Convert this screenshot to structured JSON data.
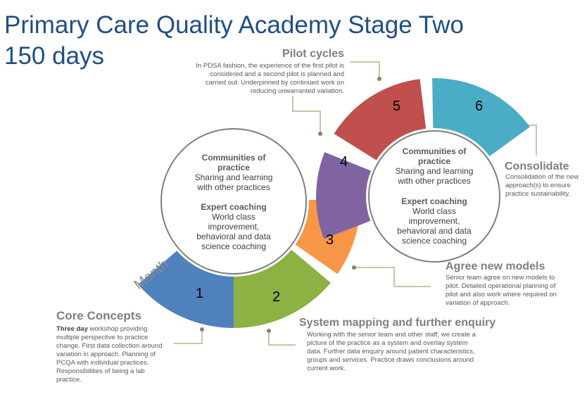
{
  "title": {
    "line1": "Primary Care Quality Academy Stage Two",
    "line2": "150 days"
  },
  "month_label": "Month",
  "segments": [
    {
      "number": "1",
      "color": "#4f81bd"
    },
    {
      "number": "2",
      "color": "#8db244"
    },
    {
      "number": "3",
      "color": "#f79646"
    },
    {
      "number": "4",
      "color": "#8064a2"
    },
    {
      "number": "5",
      "color": "#c0504d"
    },
    {
      "number": "6",
      "color": "#4bacc6"
    }
  ],
  "left_circle": {
    "heading1": [
      "Communities of",
      "practice"
    ],
    "body1": [
      "Sharing and learning",
      "with other practices"
    ],
    "heading2": [
      "Expert coaching"
    ],
    "body2": [
      "World class",
      "improvement,",
      "behavioral and data",
      "science coaching"
    ]
  },
  "right_circle": {
    "heading1": [
      "Communities of",
      "practice"
    ],
    "body1": [
      "Sharing and learning",
      "with other practices"
    ],
    "heading2": [
      "Expert coaching"
    ],
    "body2": [
      "World class",
      "improvement,",
      "behavioral and data",
      "science coaching"
    ]
  },
  "annotations": {
    "pilot": {
      "heading": "Pilot cycles",
      "lines": [
        "In PDSA fashion, the experience of the first pilot is",
        "considered and a second pilot is planned and",
        "carried out. Underpinned by continued work on",
        "reducing unwarranted variation."
      ]
    },
    "consolidate": {
      "heading": "Consolidate",
      "lines": [
        "Consolidation of the new",
        "approach(s) to ensure",
        "practice sustainability."
      ]
    },
    "agree": {
      "heading": "Agree new models",
      "lines": [
        "Senior team agree on new models to",
        "pilot. Detailed operational planning of",
        "pilot and also work where required on",
        "variation of approach."
      ]
    },
    "core": {
      "heading": "Core Concepts",
      "bold_lead": "Three day",
      "first_line_rest": " workshop providing",
      "lines": [
        "multiple perspective to practice",
        "change. First data collection around",
        "variation in approach. Planning of",
        "PCQA with individual practices.",
        "Responsibilities of being a lab",
        "practice."
      ]
    },
    "system": {
      "heading": "System mapping and further enquiry",
      "lines": [
        "Working with the senior team and other staff, we create a",
        "picture of the practice as a system and overlay system",
        "data. Further data enquiry around patient characteristics,",
        "groups and services. Practice draws conclusions around",
        "current work."
      ]
    }
  },
  "connector_color": "#c9c5a8"
}
